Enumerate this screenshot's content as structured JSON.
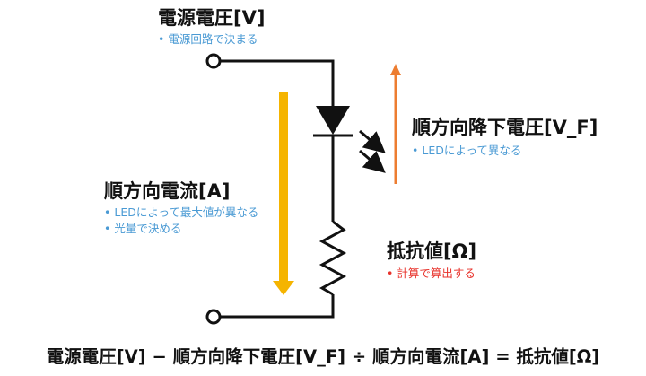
{
  "labels": {
    "source_voltage": "電源電圧[V]",
    "source_voltage_note": "電源回路で決まる",
    "forward_voltage": "順方向降下電圧[V_F]",
    "forward_voltage_note": "LEDによって異なる",
    "forward_current": "順方向電流[A]",
    "forward_current_note_1": "LEDによって最大値が異なる",
    "forward_current_note_2": "光量で決める",
    "resistance": "抵抗値[Ω]",
    "resistance_note": "計算で算出する"
  },
  "bullet": "•",
  "formula": "電源電圧[V] − 順方向降下電圧[V_F] ÷ 順方向電流[A] = 抵抗値[Ω]",
  "colors": {
    "current_arrow": "#f5b400",
    "voltage_arrow": "#ed7d31",
    "note_text": "#4a9ad4",
    "note_text_red": "#e8322b",
    "wire": "#111111"
  },
  "icons": [
    "terminal-circle-icon",
    "led-diode-symbol",
    "light-emission-arrow-icon",
    "resistor-symbol"
  ]
}
